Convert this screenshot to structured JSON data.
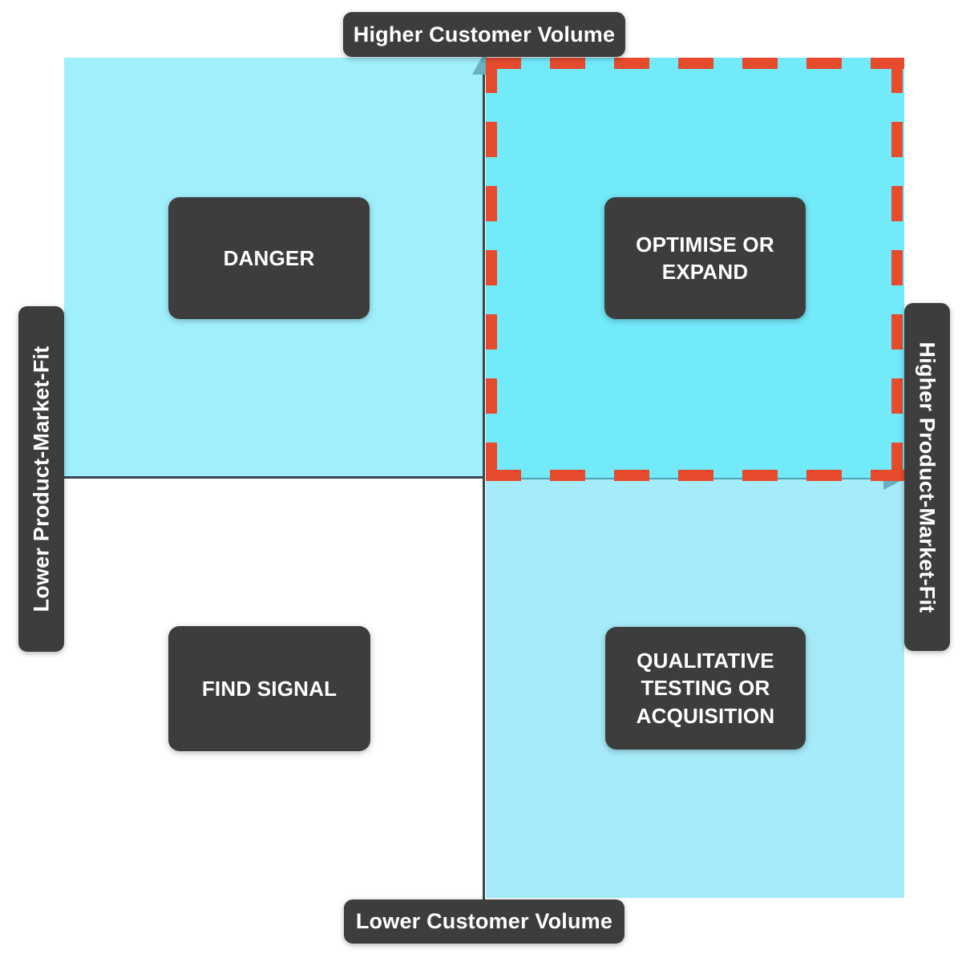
{
  "axes": {
    "top_label": "Higher Customer Volume",
    "bottom_label": "Lower Customer Volume",
    "left_label": "Lower Product-Market-Fit",
    "right_label": "Higher Product-Market-Fit"
  },
  "quadrants": {
    "top_left": {
      "label": "DANGER",
      "highlighted": false
    },
    "top_right": {
      "label": "OPTIMISE OR EXPAND",
      "highlighted": true
    },
    "bottom_left": {
      "label": "FIND SIGNAL",
      "highlighted": false
    },
    "bottom_right": {
      "label": "QUALITATIVE TESTING OR ACQUISITION",
      "highlighted": false
    }
  },
  "colors": {
    "quadrant-light": "#a0f0fc",
    "quadrant-light-2": "#a6ebf9",
    "quadrant-highlight": "#72eafa",
    "dash-red": "#e64b2d",
    "label-dark": "#3d3d3d",
    "axis-dark": "#37474f",
    "axis-teal": "#4ba2b4",
    "arrow-teal": "#68afc0",
    "text-light": "#ffffff"
  }
}
